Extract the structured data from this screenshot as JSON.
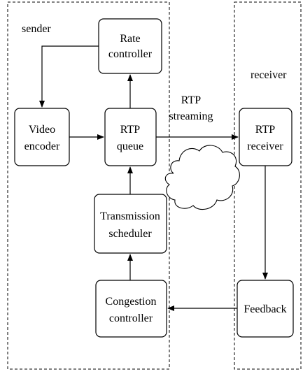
{
  "regions": {
    "sender": "sender",
    "receiver": "receiver"
  },
  "nodes": {
    "rate_controller": [
      "Rate",
      "controller"
    ],
    "video_encoder": [
      "Video",
      "encoder"
    ],
    "rtp_queue": [
      "RTP",
      "queue"
    ],
    "transmission_scheduler": [
      "Transmission",
      "scheduler"
    ],
    "congestion_controller": [
      "Congestion",
      "controller"
    ],
    "rtp_receiver": [
      "RTP",
      "receiver"
    ],
    "feedback": [
      "Feedback"
    ]
  },
  "edges": {
    "streaming_label": [
      "RTP",
      "streaming"
    ]
  },
  "colors": {
    "stroke": "#000000",
    "background": "#ffffff"
  },
  "icons": {
    "network": "cloud-icon"
  }
}
